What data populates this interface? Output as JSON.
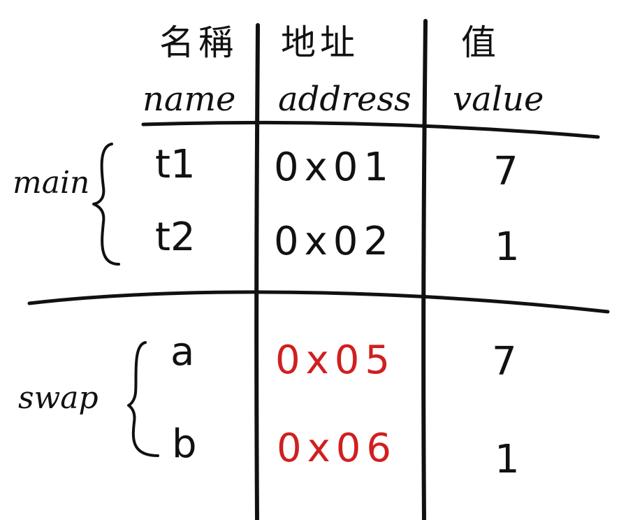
{
  "colors": {
    "ink": "#111111",
    "highlight": "#d01f1f"
  },
  "headers": {
    "name_cn": "名稱",
    "name_en": "name",
    "address_cn": "地址",
    "address_en": "address",
    "value_cn": "值",
    "value_en": "value"
  },
  "groups": [
    {
      "label": "main",
      "rows": [
        {
          "name": "t1",
          "address": "0x01",
          "value": "7"
        },
        {
          "name": "t2",
          "address": "0x02",
          "value": "1"
        }
      ]
    },
    {
      "label": "swap",
      "rows": [
        {
          "name": "a",
          "address": "0x05",
          "value": "7",
          "address_color": "#d01f1f"
        },
        {
          "name": "b",
          "address": "0x06",
          "value": "1",
          "address_color": "#d01f1f"
        }
      ]
    }
  ]
}
